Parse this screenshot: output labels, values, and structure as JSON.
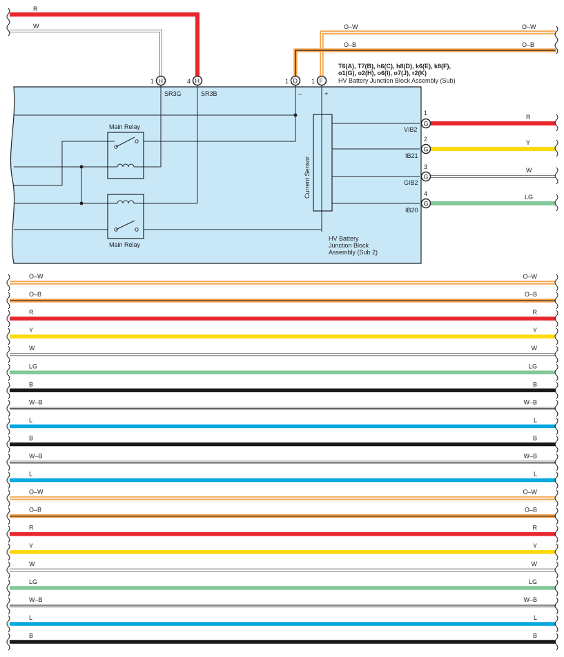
{
  "colors": {
    "R": "#e8262b",
    "W": "#ffffff",
    "O-W": "#f5a650",
    "O-B": "#f5a650",
    "Y": "#fbd90c",
    "LG": "#84c89a",
    "B": "#1a1a1a",
    "W-B": "#ffffff",
    "L": "#06a8e0",
    "block_fill": "#c8e8f8"
  },
  "top_wires": [
    {
      "label": "R"
    },
    {
      "label": "W"
    },
    {
      "label_left": "O–W",
      "label_right": "O–W"
    },
    {
      "label_left": "O–B",
      "label_right": "O–B"
    }
  ],
  "connectors": [
    {
      "pin": "1",
      "letter": "H",
      "signal": "SR3G"
    },
    {
      "pin": "4",
      "letter": "H",
      "signal": "SR3B"
    },
    {
      "pin": "1",
      "letter": "D",
      "signal": "–"
    },
    {
      "pin": "1",
      "letter": "F",
      "signal": "+"
    }
  ],
  "connector_list": {
    "line1": "T6(A), T7(B), h6(C), h8(D), k6(E), k8(F),",
    "line2": "o1(G), o2(H), o6(I), o7(J), r2(K)",
    "line3": "HV Battery Junction Block Assembly (Sub)"
  },
  "block": {
    "relay_top": "Main Relay",
    "relay_bottom": "Main Relay",
    "sensor": "Current Sensor",
    "name_line1": "HV Battery",
    "name_line2": "Junction Block",
    "name_line3": "Assembly (Sub 2)"
  },
  "outputs": [
    {
      "pin": "1",
      "letter": "G",
      "signal": "VIB2",
      "wire": "R"
    },
    {
      "pin": "2",
      "letter": "G",
      "signal": "IB21",
      "wire": "Y"
    },
    {
      "pin": "3",
      "letter": "G",
      "signal": "GIB2",
      "wire": "W"
    },
    {
      "pin": "4",
      "letter": "G",
      "signal": "IB20",
      "wire": "LG"
    }
  ],
  "bus_wires": [
    "O–W",
    "O–B",
    "R",
    "Y",
    "W",
    "LG",
    "B",
    "W–B",
    "L",
    "B",
    "W–B",
    "L",
    "O–W",
    "O–B",
    "R",
    "Y",
    "W",
    "LG",
    "W–B",
    "L",
    "B"
  ]
}
